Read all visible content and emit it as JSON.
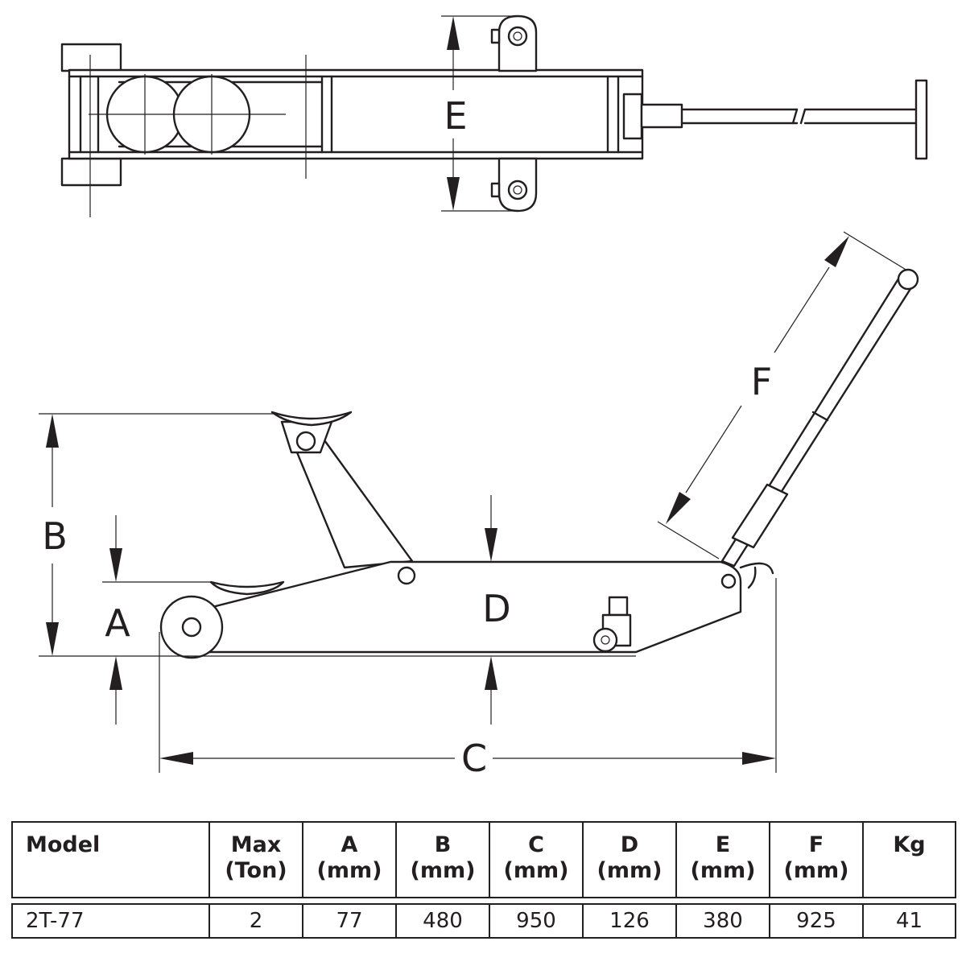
{
  "dimension_labels": {
    "a": "A",
    "b": "B",
    "c": "C",
    "d": "D",
    "e": "E",
    "f": "F"
  },
  "table": {
    "headers": [
      {
        "line1": "Model",
        "line2": ""
      },
      {
        "line1": "Max",
        "line2": "(Ton)"
      },
      {
        "line1": "A",
        "line2": "(mm)"
      },
      {
        "line1": "B",
        "line2": "(mm)"
      },
      {
        "line1": "C",
        "line2": "(mm)"
      },
      {
        "line1": "D",
        "line2": "(mm)"
      },
      {
        "line1": "E",
        "line2": "(mm)"
      },
      {
        "line1": "F",
        "line2": "(mm)"
      },
      {
        "line1": "Kg",
        "line2": ""
      }
    ],
    "rows": [
      [
        "2T-77",
        "2",
        "77",
        "480",
        "950",
        "126",
        "380",
        "925",
        "41"
      ]
    ]
  }
}
